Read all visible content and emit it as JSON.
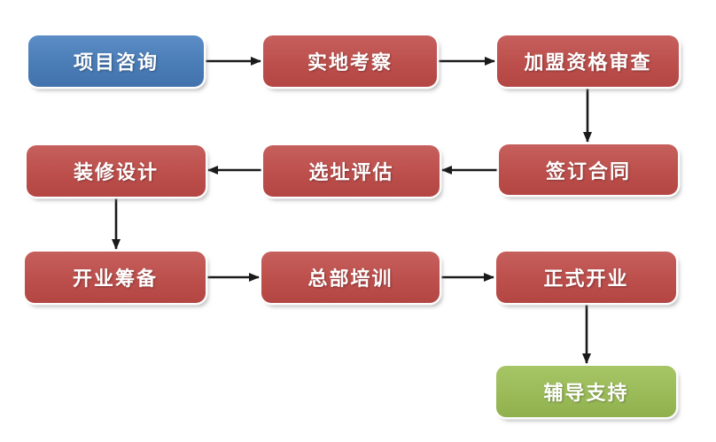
{
  "diagram": {
    "type": "flowchart",
    "background_color": "#ffffff",
    "colors": {
      "start_node": "#4a7cb6",
      "process_node": "#bc4f4c",
      "end_node": "#9bbb59",
      "node_text": "#ffffff",
      "arrow": "#1a1a1a"
    },
    "nodes": [
      {
        "id": "project-consultation",
        "label": "项目咨询",
        "color": "blue"
      },
      {
        "id": "site-visit",
        "label": "实地考察",
        "color": "red"
      },
      {
        "id": "franchise-qualification-review",
        "label": "加盟资格审查",
        "color": "red"
      },
      {
        "id": "sign-contract",
        "label": "签订合同",
        "color": "red"
      },
      {
        "id": "site-selection-evaluation",
        "label": "选址评估",
        "color": "red"
      },
      {
        "id": "decoration-design",
        "label": "装修设计",
        "color": "red"
      },
      {
        "id": "opening-preparation",
        "label": "开业筹备",
        "color": "red"
      },
      {
        "id": "headquarters-training",
        "label": "总部培训",
        "color": "red"
      },
      {
        "id": "official-opening",
        "label": "正式开业",
        "color": "red"
      },
      {
        "id": "guidance-support",
        "label": "辅导支持",
        "color": "green"
      }
    ],
    "edges": [
      {
        "from": "project-consultation",
        "to": "site-visit",
        "direction": "right"
      },
      {
        "from": "site-visit",
        "to": "franchise-qualification-review",
        "direction": "right"
      },
      {
        "from": "franchise-qualification-review",
        "to": "sign-contract",
        "direction": "down"
      },
      {
        "from": "sign-contract",
        "to": "site-selection-evaluation",
        "direction": "left"
      },
      {
        "from": "site-selection-evaluation",
        "to": "decoration-design",
        "direction": "left"
      },
      {
        "from": "decoration-design",
        "to": "opening-preparation",
        "direction": "down"
      },
      {
        "from": "opening-preparation",
        "to": "headquarters-training",
        "direction": "right"
      },
      {
        "from": "headquarters-training",
        "to": "official-opening",
        "direction": "right"
      },
      {
        "from": "official-opening",
        "to": "guidance-support",
        "direction": "down"
      }
    ]
  }
}
